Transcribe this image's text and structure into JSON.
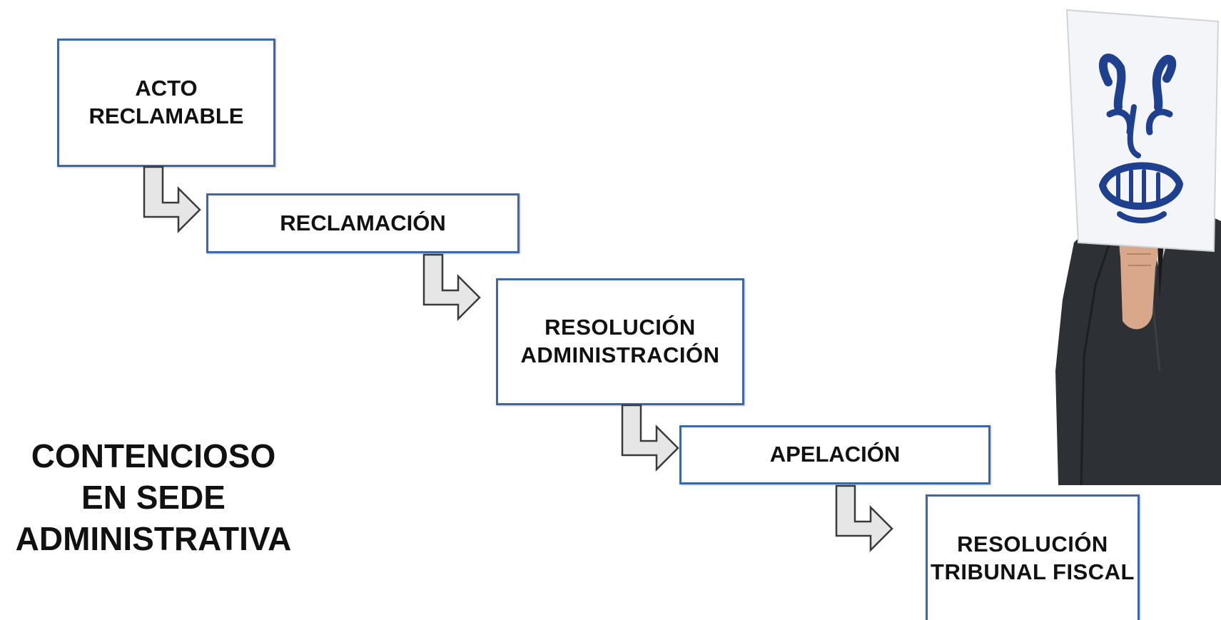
{
  "diagram": {
    "title": "CONTENCIOSO\nEN SEDE\nADMINISTRATIVA",
    "steps": [
      {
        "label": "ACTO\nRECLAMABLE"
      },
      {
        "label": "RECLAMACIÓN"
      },
      {
        "label": "RESOLUCIÓN\nADMINISTRACIÓN"
      },
      {
        "label": "APELACIÓN"
      },
      {
        "label": "RESOLUCIÓN\nTRIBUNAL FISCAL"
      }
    ]
  },
  "colors": {
    "box_border": "#3e67a8",
    "arrow_fill": "#e6e6e6",
    "arrow_stroke": "#3a3a3a",
    "mask_ink": "#1f3f8f",
    "suit": "#2d3034"
  },
  "illustration": {
    "subject": "person-holding-mask-sign",
    "icon": "angry-face-mask-icon"
  }
}
